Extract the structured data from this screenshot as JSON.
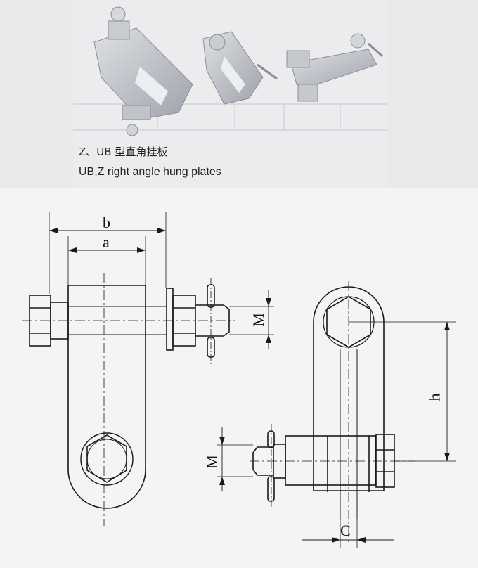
{
  "caption": {
    "zh": "Z、UB 型直角挂板",
    "en": "UB,Z right angle hung plates"
  },
  "dimensions": {
    "b": "b",
    "a": "a",
    "M_top": "M",
    "M_bottom": "M",
    "h": "h",
    "C": "C"
  },
  "colors": {
    "line": "#1a1a1a",
    "metal": "#b9bcc2",
    "paper": "#f4f4f6"
  }
}
